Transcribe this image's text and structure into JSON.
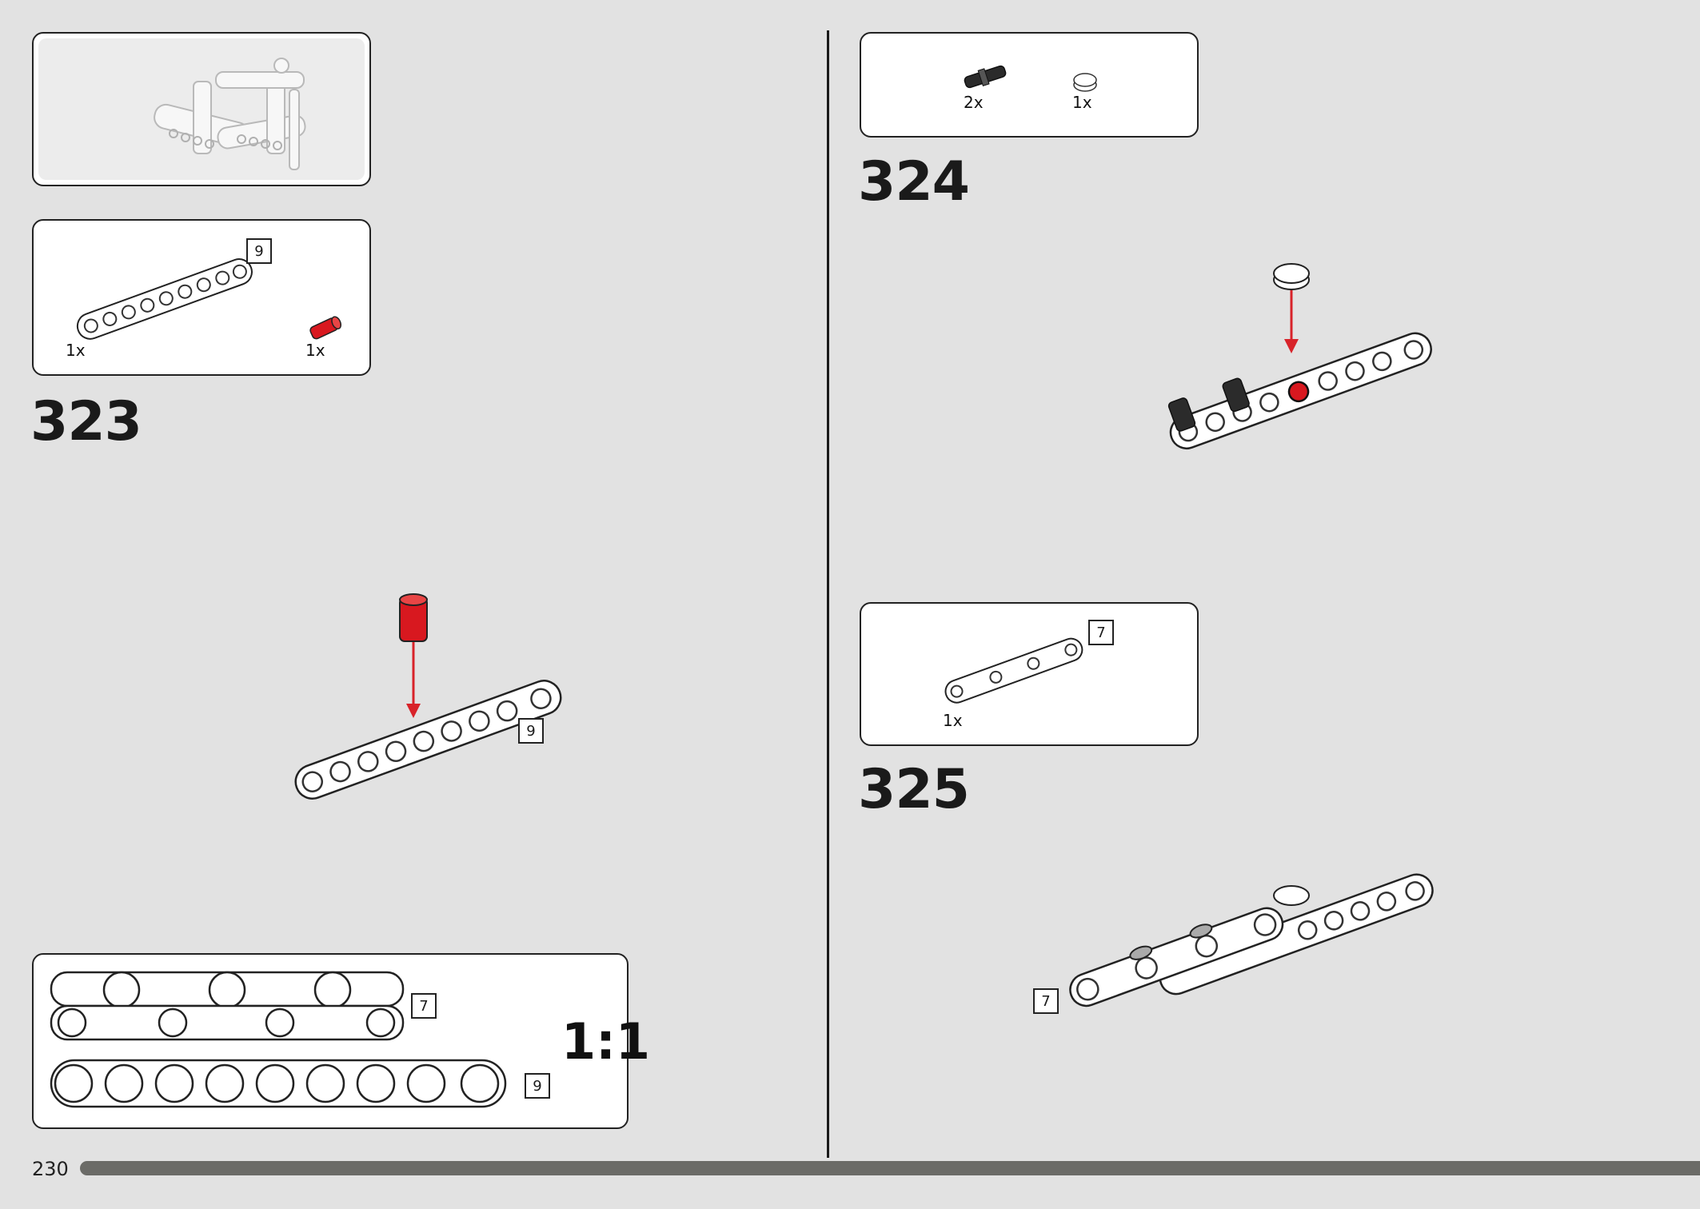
{
  "steps": [
    {
      "number": "323",
      "parts": [
        {
          "qty": "1x",
          "part": "beam-9"
        },
        {
          "qty": "1x",
          "part": "red-pin"
        }
      ],
      "beam_length": "9"
    },
    {
      "number": "324",
      "parts": [
        {
          "qty": "2x",
          "part": "black-axle-pin"
        },
        {
          "qty": "1x",
          "part": "white-round-tile"
        }
      ]
    },
    {
      "number": "325",
      "parts": [
        {
          "qty": "1x",
          "part": "beam-7"
        }
      ],
      "beam_length": "7"
    }
  ],
  "scale_guide": {
    "label": "1:1",
    "beam_a": "7",
    "beam_b": "9"
  },
  "parts_lengths": {
    "step323_beam": "9",
    "step325_beam": "7"
  },
  "page_number": "230",
  "colors": {
    "background": "#e2e2e2",
    "red_part": "#d8181f",
    "arrow": "#d8232a",
    "progress": "#6b6b67"
  }
}
